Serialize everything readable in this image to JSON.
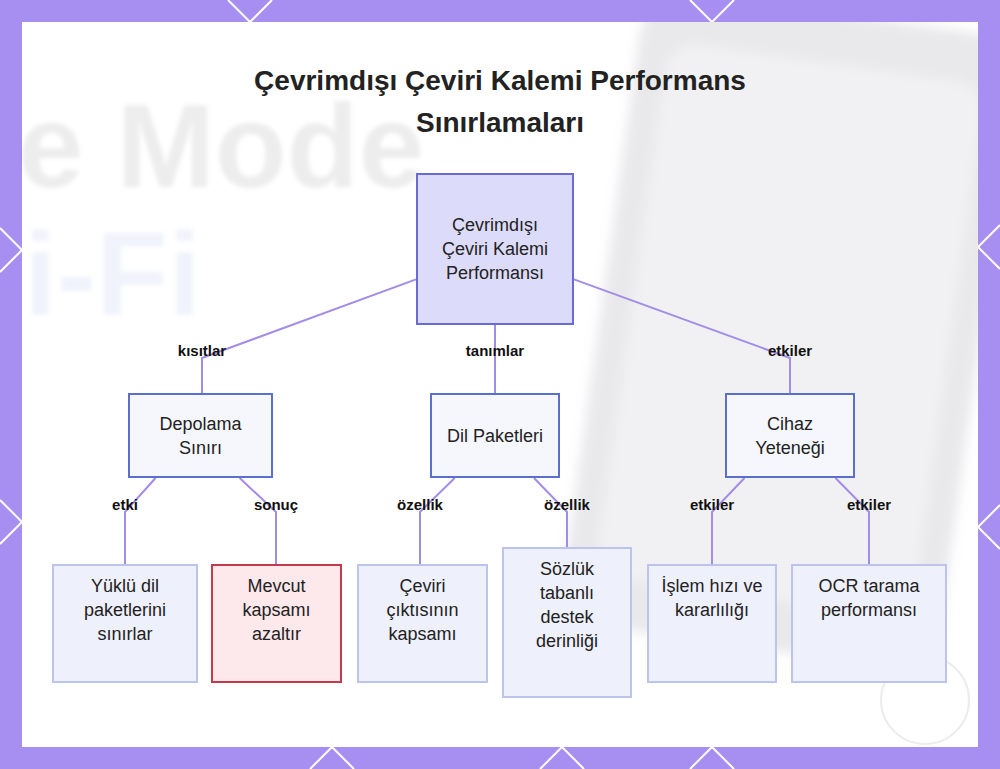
{
  "diagram": {
    "title": "Çevrimdışı Çeviri Kalemi Performans Sınırlamaları",
    "nodes": [
      {
        "text": [
          "Çevrimdışı Çeviri Kalemi Performansı"
        ]
      },
      {
        "text": [
          "Depolama Sınırı"
        ]
      },
      {
        "text": [
          "Dil Paketleri"
        ]
      },
      {
        "text": [
          "Cihaz Yeteneği"
        ]
      },
      {
        "text": [
          "Yüklü dil paketlerini sınırlar"
        ]
      },
      {
        "text": [
          "Mevcut kapsamı azaltır"
        ]
      },
      {
        "text": [
          "Çeviri çıktısının kapsamı"
        ]
      },
      {
        "text": [
          "Sözlük tabanlı destek derinliği"
        ]
      },
      {
        "text": [
          "İşlem hızı ve kararlılığı"
        ]
      },
      {
        "text": [
          "OCR tarama performansı"
        ]
      }
    ],
    "edges": [
      {
        "from": 0,
        "to": 1,
        "label": "kısıtlar",
        "arrow": "none"
      },
      {
        "from": 0,
        "to": 2,
        "label": "tanımlar",
        "arrow": "none"
      },
      {
        "from": 0,
        "to": 3,
        "label": "etkiler",
        "arrow": "none"
      },
      {
        "from": 1,
        "to": 4,
        "label": "etki",
        "arrow": "none"
      },
      {
        "from": 1,
        "to": 5,
        "label": "sonuç",
        "arrow": "none"
      },
      {
        "from": 2,
        "to": 6,
        "label": "özellik",
        "arrow": "none"
      },
      {
        "from": 2,
        "to": 7,
        "label": "özellik",
        "arrow": "none"
      },
      {
        "from": 3,
        "to": 8,
        "label": "etkiler",
        "arrow": "none"
      },
      {
        "from": 3,
        "to": 9,
        "label": "etkiler",
        "arrow": "none"
      }
    ],
    "labels": [
      "e Mode",
      "i-Fi"
    ]
  }
}
